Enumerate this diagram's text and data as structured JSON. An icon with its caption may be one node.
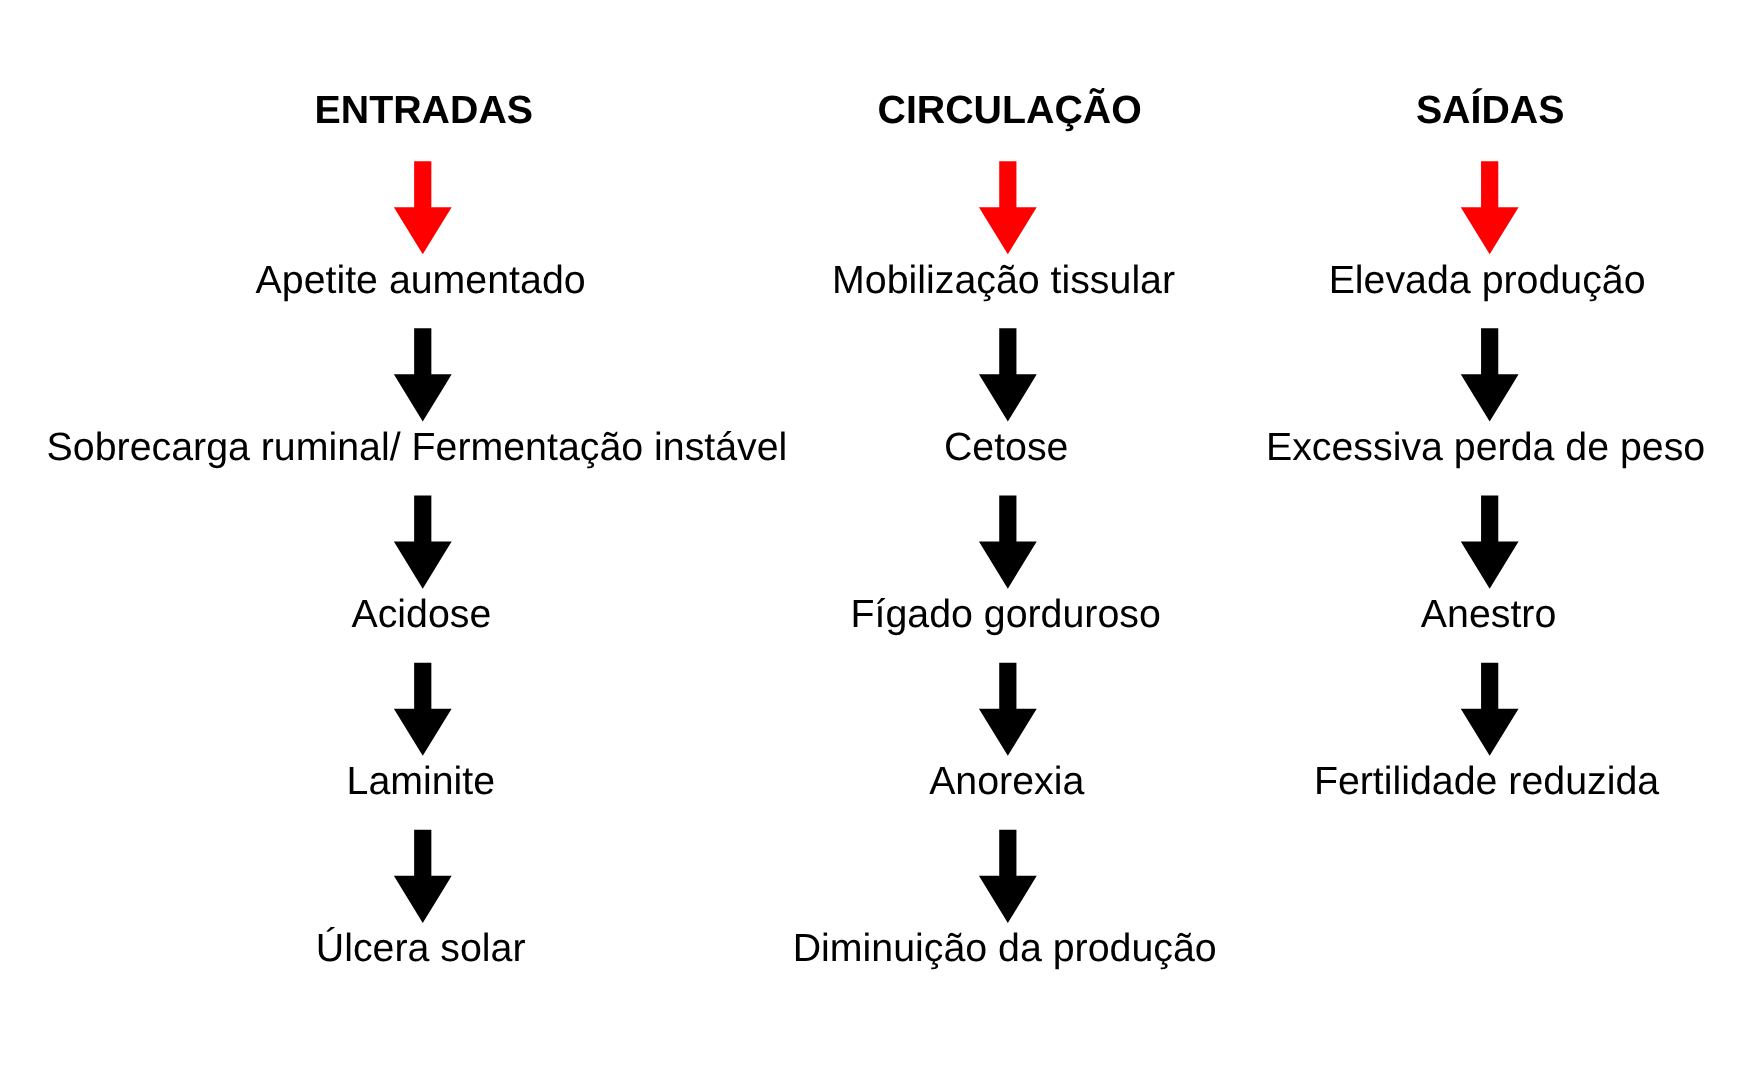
{
  "diagram": {
    "nodes": [
      {
        "text": [
          "ENTRADAS"
        ]
      },
      {
        "text": [
          "Apetite aumentado"
        ]
      },
      {
        "text": [
          "Sobrecarga ruminal/ Fermentação instável"
        ]
      },
      {
        "text": [
          "Acidose"
        ]
      },
      {
        "text": [
          "Laminite"
        ]
      },
      {
        "text": [
          "Úlcera solar"
        ]
      },
      {
        "text": [
          "CIRCULAÇÃO"
        ]
      },
      {
        "text": [
          "Mobilização tissular"
        ]
      },
      {
        "text": [
          "Cetose"
        ]
      },
      {
        "text": [
          "Fígado gorduroso"
        ]
      },
      {
        "text": [
          "Anorexia"
        ]
      },
      {
        "text": [
          "Diminuição da produção"
        ]
      },
      {
        "text": [
          "SAÍDAS"
        ]
      },
      {
        "text": [
          "Elevada produção"
        ]
      },
      {
        "text": [
          "Excessiva perda de peso"
        ]
      },
      {
        "text": [
          "Anestro"
        ]
      },
      {
        "text": [
          "Fertilidade reduzida"
        ]
      }
    ],
    "edges": [
      {
        "from": 0,
        "to": 1,
        "arrow": "to",
        "color": "#ff0000"
      },
      {
        "from": 1,
        "to": 2,
        "arrow": "to"
      },
      {
        "from": 2,
        "to": 3,
        "arrow": "to"
      },
      {
        "from": 3,
        "to": 4,
        "arrow": "to"
      },
      {
        "from": 4,
        "to": 5,
        "arrow": "to"
      },
      {
        "from": 6,
        "to": 7,
        "arrow": "to",
        "color": "#ff0000"
      },
      {
        "from": 7,
        "to": 8,
        "arrow": "to"
      },
      {
        "from": 8,
        "to": 9,
        "arrow": "to"
      },
      {
        "from": 9,
        "to": 10,
        "arrow": "to"
      },
      {
        "from": 10,
        "to": 11,
        "arrow": "to"
      },
      {
        "from": 12,
        "to": 13,
        "arrow": "to",
        "color": "#ff0000"
      },
      {
        "from": 13,
        "to": 14,
        "arrow": "to"
      },
      {
        "from": 14,
        "to": 15,
        "arrow": "to"
      },
      {
        "from": 15,
        "to": 16,
        "arrow": "to"
      }
    ]
  }
}
